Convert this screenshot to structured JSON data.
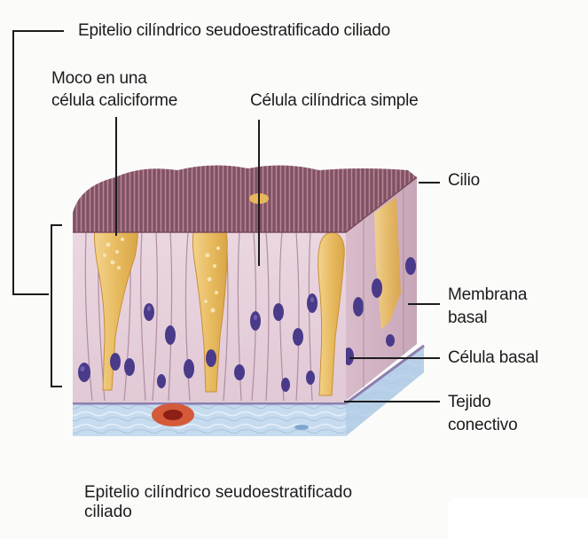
{
  "labels": {
    "title": "Epitelio cilíndrico seudoestratificado ciliado",
    "mucus_line1": "Moco en una",
    "mucus_line2": "célula caliciforme",
    "simple_cell": "Célula cilíndrica simple",
    "cilium": "Cilio",
    "basal_membrane_line1": "Membrana",
    "basal_membrane_line2": "basal",
    "basal_cell": "Célula basal",
    "connective_line1": "Tejido",
    "connective_line2": "conectivo"
  },
  "caption": {
    "line1": "Epitelio cilíndrico seudoestratificado",
    "line2": "ciliado"
  },
  "colors": {
    "cilia": "#9a6a7c",
    "cell_body": "#e9d2dc",
    "cell_outline": "#b08ea0",
    "goblet": "#e6b85a",
    "nucleus": "#4a3a8a",
    "connective": "#c9def0",
    "basement": "#b9a2c8",
    "blood_vessel": "#c0392b"
  }
}
